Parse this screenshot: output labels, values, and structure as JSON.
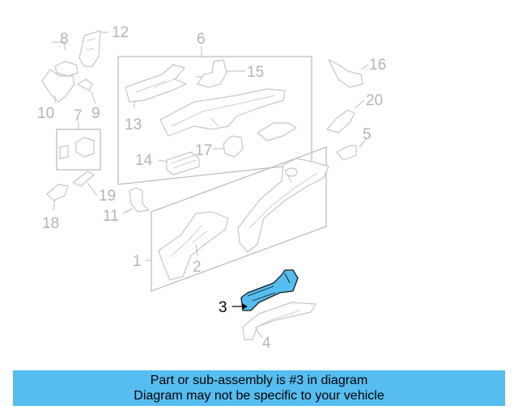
{
  "diagram": {
    "callouts": {
      "c1": "1",
      "c2": "2",
      "c3": "3",
      "c4": "4",
      "c5": "5",
      "c6": "6",
      "c7": "7",
      "c8": "8",
      "c9": "9",
      "c10": "10",
      "c11": "11",
      "c12": "12",
      "c13": "13",
      "c14": "14",
      "c15": "15",
      "c16": "16",
      "c17": "17",
      "c18": "18",
      "c19": "19",
      "c20": "20"
    },
    "highlighted_part": "3",
    "colors": {
      "highlight": "#55bdf0",
      "line": "#c6c6c6",
      "caption_bg": "#55bdf0"
    }
  },
  "caption": {
    "line1": "Part or sub-assembly is #3 in diagram",
    "line2": "Diagram may not be specific to your vehicle"
  }
}
